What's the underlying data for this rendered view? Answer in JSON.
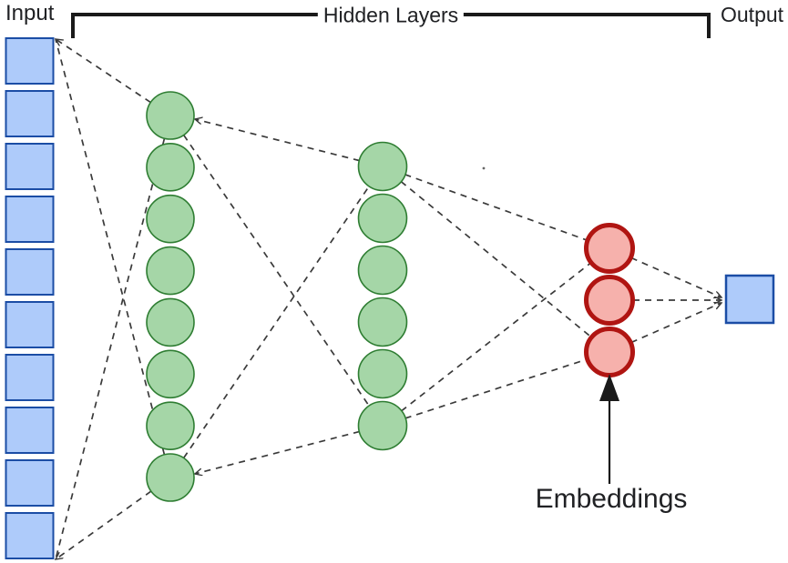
{
  "title": "Neural network with embedding layer diagram",
  "hidden_group_label": "Hidden Layers",
  "layers": [
    {
      "name": "input",
      "label": "Input",
      "shape": "square",
      "count": 10,
      "fill": "#AECBFA",
      "border": "#1B4DA5"
    },
    {
      "name": "hidden-1",
      "label": "",
      "shape": "circle",
      "count": 8,
      "fill": "#A5D6A7",
      "border": "#2E7D32"
    },
    {
      "name": "hidden-2",
      "label": "",
      "shape": "circle",
      "count": 6,
      "fill": "#A5D6A7",
      "border": "#2E7D32"
    },
    {
      "name": "embeddings",
      "label": "Embeddings",
      "shape": "circle",
      "count": 3,
      "fill": "#F6B1AC",
      "border": "#B01512"
    },
    {
      "name": "output",
      "label": "Output",
      "shape": "square",
      "count": 1,
      "fill": "#AECBFA",
      "border": "#1B4DA5"
    }
  ],
  "colors": {
    "connector": "#3A3A3A",
    "bracket": "#1A1A1A",
    "annotation_arrow": "#1A1A1A",
    "text": "#202124",
    "background": "#FFFFFF"
  }
}
